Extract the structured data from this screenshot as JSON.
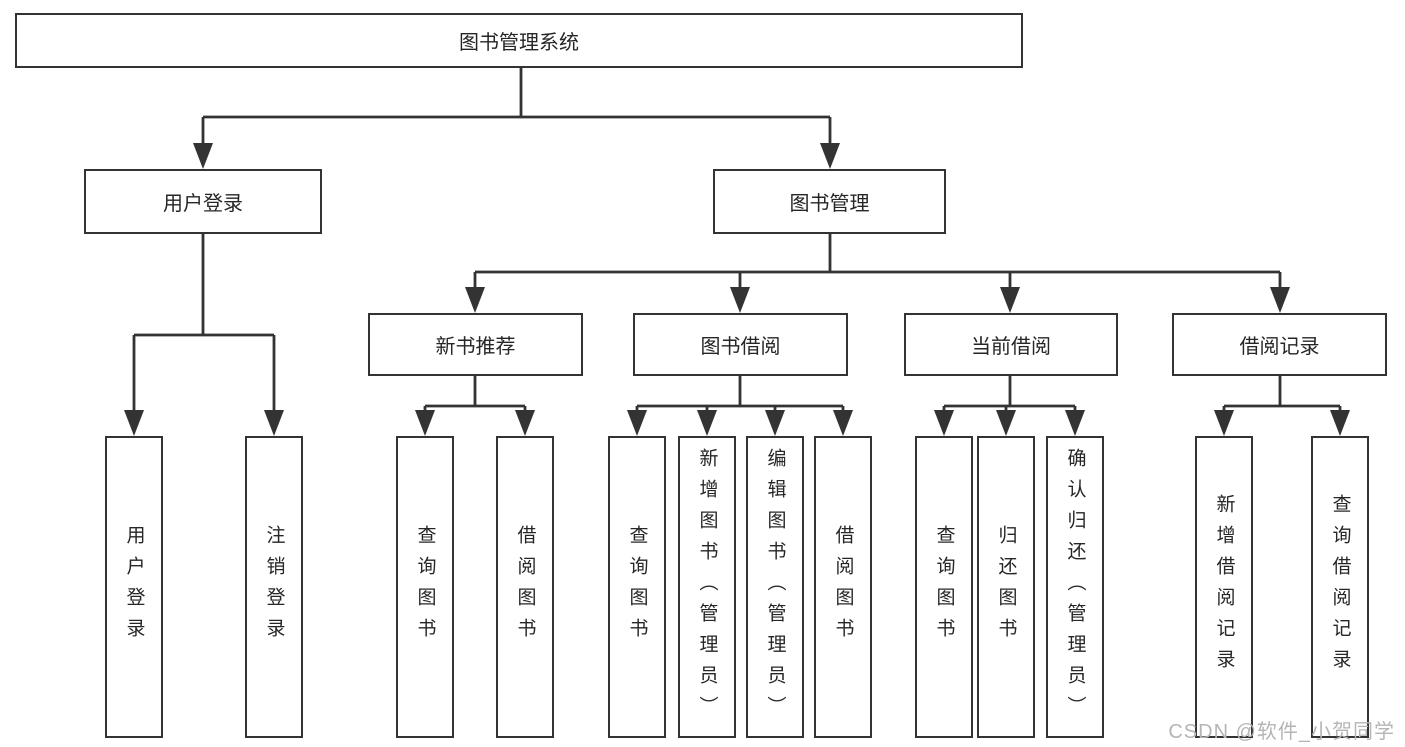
{
  "tree": {
    "root": {
      "label": "图书管理系统"
    },
    "level2": [
      {
        "label": "用户登录",
        "children": [
          {
            "label": "用户登录"
          },
          {
            "label": "注销登录"
          }
        ]
      },
      {
        "label": "图书管理",
        "children": [
          {
            "label": "新书推荐",
            "children": [
              {
                "label": "查询图书"
              },
              {
                "label": "借阅图书"
              }
            ]
          },
          {
            "label": "图书借阅",
            "children": [
              {
                "label": "查询图书"
              },
              {
                "label": "新增图书（管理员）"
              },
              {
                "label": "编辑图书（管理员）"
              },
              {
                "label": "借阅图书"
              }
            ]
          },
          {
            "label": "当前借阅",
            "children": [
              {
                "label": "查询图书"
              },
              {
                "label": "归还图书"
              },
              {
                "label": "确认归还（管理员）"
              }
            ]
          },
          {
            "label": "借阅记录",
            "children": [
              {
                "label": "新增借阅记录"
              },
              {
                "label": "查询借阅记录"
              }
            ]
          }
        ]
      }
    ]
  },
  "watermark": "CSDN @软件_小贺同学",
  "colors": {
    "line": "#333333",
    "text": "#262626",
    "background": "#ffffff",
    "watermark": "#b5b5b5"
  }
}
